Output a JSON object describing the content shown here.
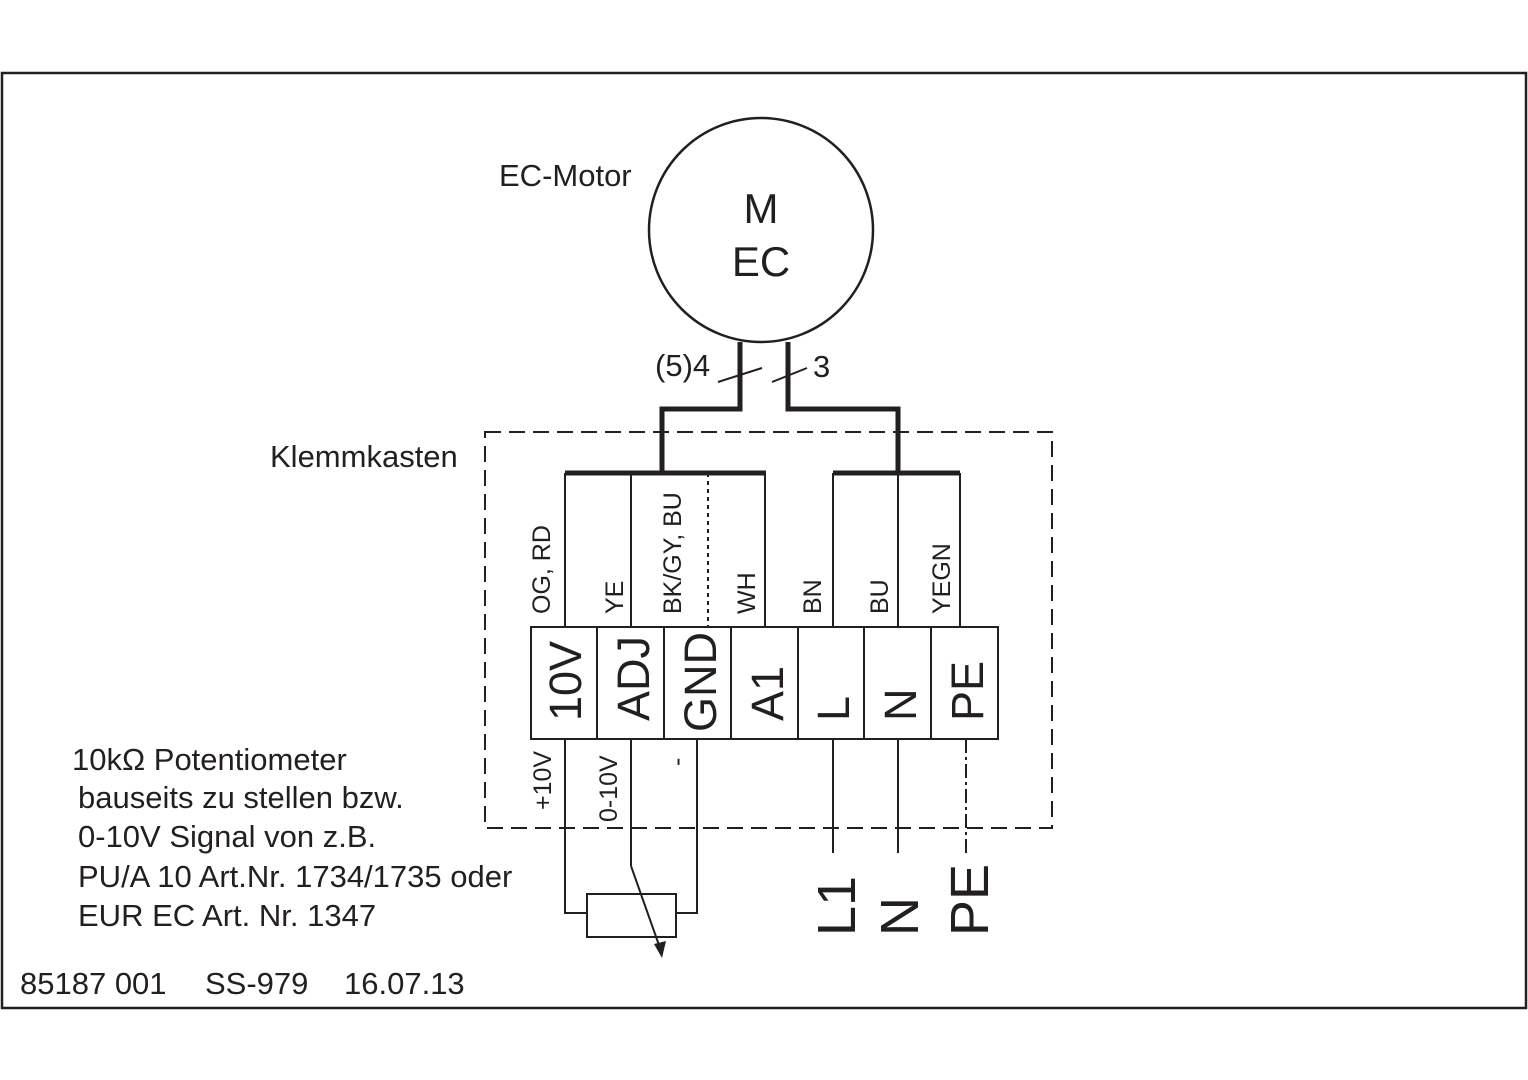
{
  "motor": {
    "caption": "EC-Motor",
    "symbol_top": "M",
    "symbol_bottom": "EC",
    "wire_left_count": "(5)4",
    "wire_right_count": "3"
  },
  "box": {
    "caption": "Klemmkasten"
  },
  "wire_colors": [
    "OG, RD",
    "YE",
    "BK/GY, BU",
    "WH",
    "BN",
    "BU",
    "YEGN"
  ],
  "terminals": [
    "10V",
    "ADJ",
    "GND",
    "A1",
    "L",
    "N",
    "PE"
  ],
  "outputs": {
    "plus_10v": "+10V",
    "signal": "0-10V",
    "minus": "-"
  },
  "mains": {
    "l1": "L1",
    "n": "N",
    "pe": "PE"
  },
  "note": {
    "line1": "10kΩ Potentiometer",
    "line2": "bauseits zu stellen bzw.",
    "line3": "0-10V Signal von z.B.",
    "line4": "PU/A 10 Art.Nr. 1734/1735 oder",
    "line5": "EUR EC Art. Nr. 1347"
  },
  "footer": {
    "doc_number": "85187 001",
    "ref": "SS-979",
    "date": "16.07.13"
  }
}
